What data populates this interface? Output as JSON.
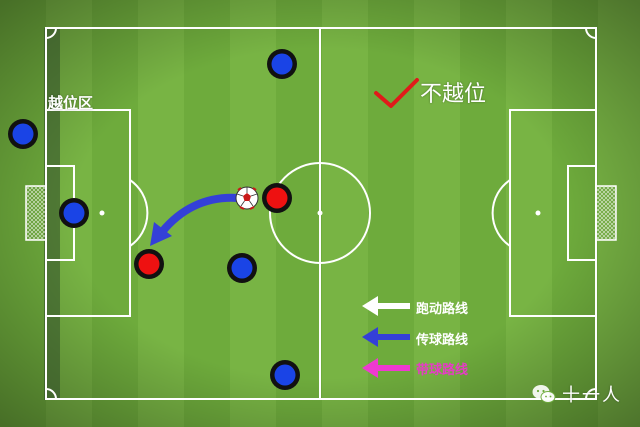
{
  "labels": {
    "offside_zone": "越位区",
    "not_offside": "不越位"
  },
  "legend": {
    "run": "跑动路线",
    "pass": "传球路线",
    "dribble": "带球路线"
  },
  "watermark": {
    "text": "十一人",
    "icon": "wechat-icon"
  },
  "icons": {
    "check": "checkmark-icon",
    "ball": "soccer-ball-icon",
    "arrow": "arrow-left-icon"
  },
  "colors": {
    "pitch_light": "#86c04f",
    "pitch_dark": "#6fae3e",
    "line": "#ffffff",
    "team_blue": "#1a44e6",
    "team_red": "#ee1111",
    "pass_arrow": "#3440d8",
    "run_arrow": "#ffffff",
    "dribble_arrow": "#ef3ad0",
    "check_mark": "#e01a1a",
    "offside_zone_shade": "#2f4a2a"
  }
}
